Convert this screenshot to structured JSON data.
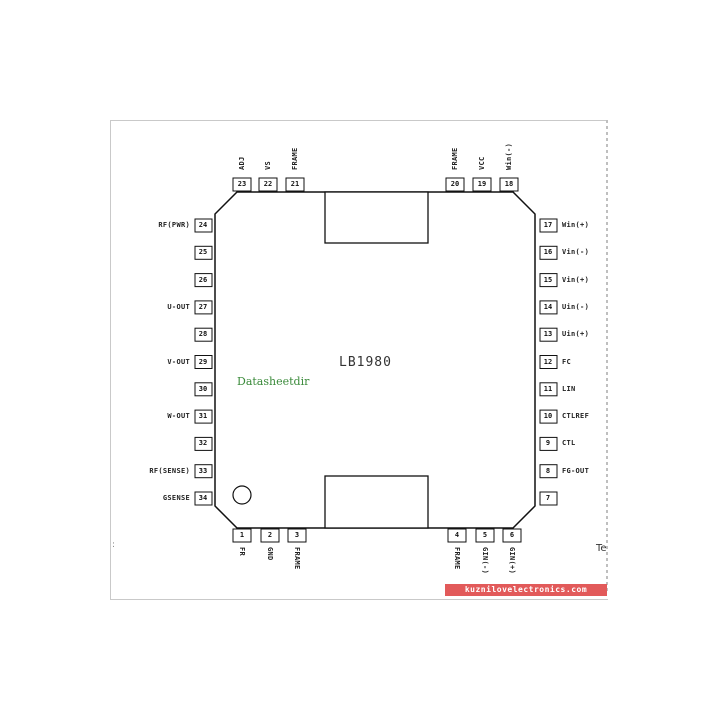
{
  "chip": {
    "name": "LB1980"
  },
  "watermark": "Datasheetdir",
  "site_badge": "kuznilovelectronics.com",
  "stray_text": "Te",
  "stray_mark": ":",
  "pins": {
    "left": [
      {
        "num": "24",
        "label": "RF(PWR)"
      },
      {
        "num": "25",
        "label": ""
      },
      {
        "num": "26",
        "label": ""
      },
      {
        "num": "27",
        "label": "U-OUT"
      },
      {
        "num": "28",
        "label": ""
      },
      {
        "num": "29",
        "label": "V-OUT"
      },
      {
        "num": "30",
        "label": ""
      },
      {
        "num": "31",
        "label": "W-OUT"
      },
      {
        "num": "32",
        "label": ""
      },
      {
        "num": "33",
        "label": "RF(SENSE)"
      },
      {
        "num": "34",
        "label": "GSENSE"
      }
    ],
    "right": [
      {
        "num": "17",
        "label": "Win(+)"
      },
      {
        "num": "16",
        "label": "Vin(-)"
      },
      {
        "num": "15",
        "label": "Vin(+)"
      },
      {
        "num": "14",
        "label": "Uin(-)"
      },
      {
        "num": "13",
        "label": "Uin(+)"
      },
      {
        "num": "12",
        "label": "FC"
      },
      {
        "num": "11",
        "label": "LIN"
      },
      {
        "num": "10",
        "label": "CTLREF"
      },
      {
        "num": "9",
        "label": "CTL"
      },
      {
        "num": "8",
        "label": "FG-OUT"
      },
      {
        "num": "7",
        "label": ""
      }
    ],
    "top": [
      {
        "num": "23",
        "label": "ADJ"
      },
      {
        "num": "22",
        "label": "VS"
      },
      {
        "num": "21",
        "label": "FRAME"
      },
      {
        "num": "20",
        "label": "FRAME"
      },
      {
        "num": "19",
        "label": "VCC"
      },
      {
        "num": "18",
        "label": "Win(-)"
      }
    ],
    "bottom": [
      {
        "num": "1",
        "label": "FR"
      },
      {
        "num": "2",
        "label": "GND"
      },
      {
        "num": "3",
        "label": "FRAME"
      },
      {
        "num": "4",
        "label": "FRAME"
      },
      {
        "num": "5",
        "label": "GIN(-)"
      },
      {
        "num": "6",
        "label": "GIN(+)"
      }
    ]
  }
}
